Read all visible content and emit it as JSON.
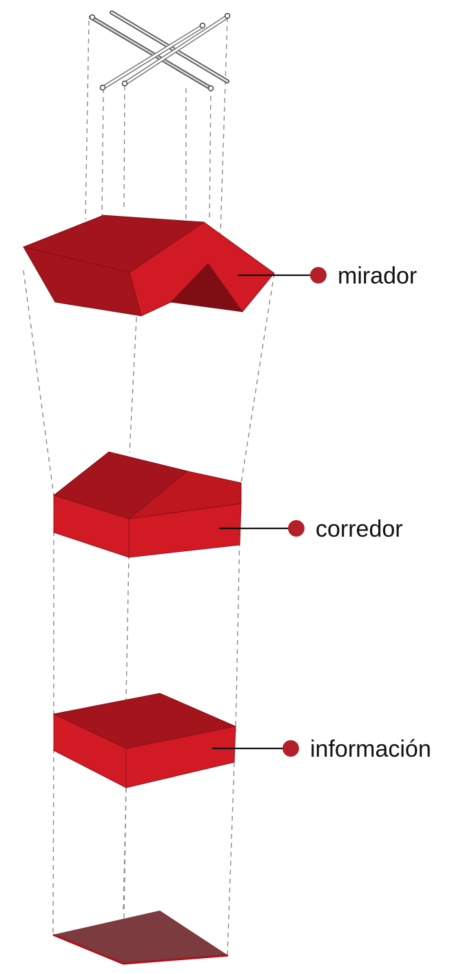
{
  "colors": {
    "top_face": "#a3141c",
    "front_face": "#d11a23",
    "side_face": "#bf1720",
    "shadow_face": "#7e0e14",
    "base_plate": "#7b3b3f",
    "base_edge": "#b01018",
    "marker_dot": "#b3202a",
    "guide_lines": "#8a8a8a",
    "frame_light": "#ffffff",
    "frame_dark": "#555555"
  },
  "labels": {
    "mirador": "mirador",
    "corredor": "corredor",
    "informacion": "información"
  },
  "icons": {
    "marker": "circle-dot-icon"
  }
}
